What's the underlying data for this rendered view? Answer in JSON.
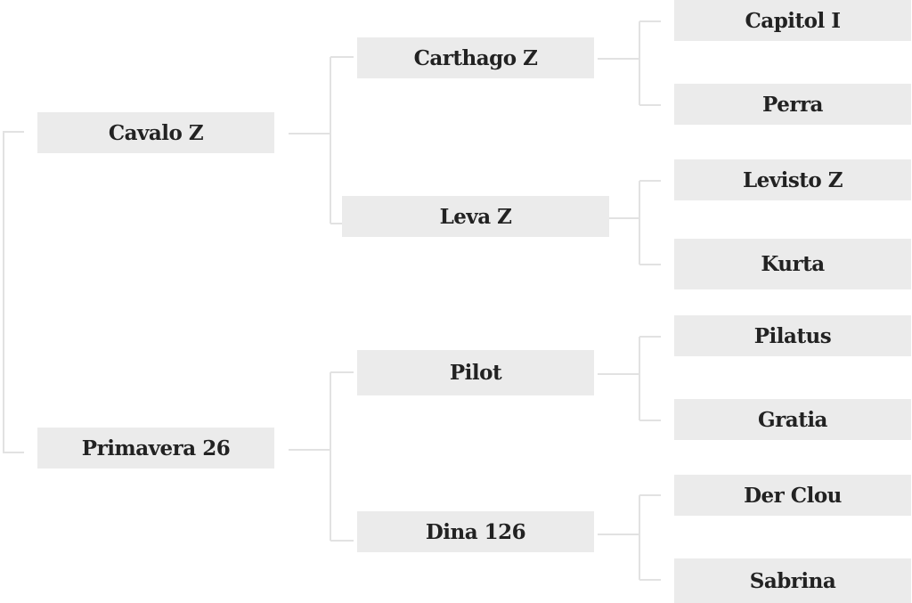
{
  "pedigree": {
    "parents": [
      {
        "name": "Cavalo Z",
        "grandparents": [
          {
            "name": "Carthago Z",
            "great_grandparents": [
              "Capitol I",
              "Perra"
            ]
          },
          {
            "name": "Leva Z",
            "great_grandparents": [
              "Levisto Z",
              "Kurta"
            ]
          }
        ]
      },
      {
        "name": "Primavera 26",
        "grandparents": [
          {
            "name": "Pilot",
            "great_grandparents": [
              "Pilatus",
              "Gratia"
            ]
          },
          {
            "name": "Dina 126",
            "great_grandparents": [
              "Der Clou",
              "Sabrina"
            ]
          }
        ]
      }
    ]
  }
}
